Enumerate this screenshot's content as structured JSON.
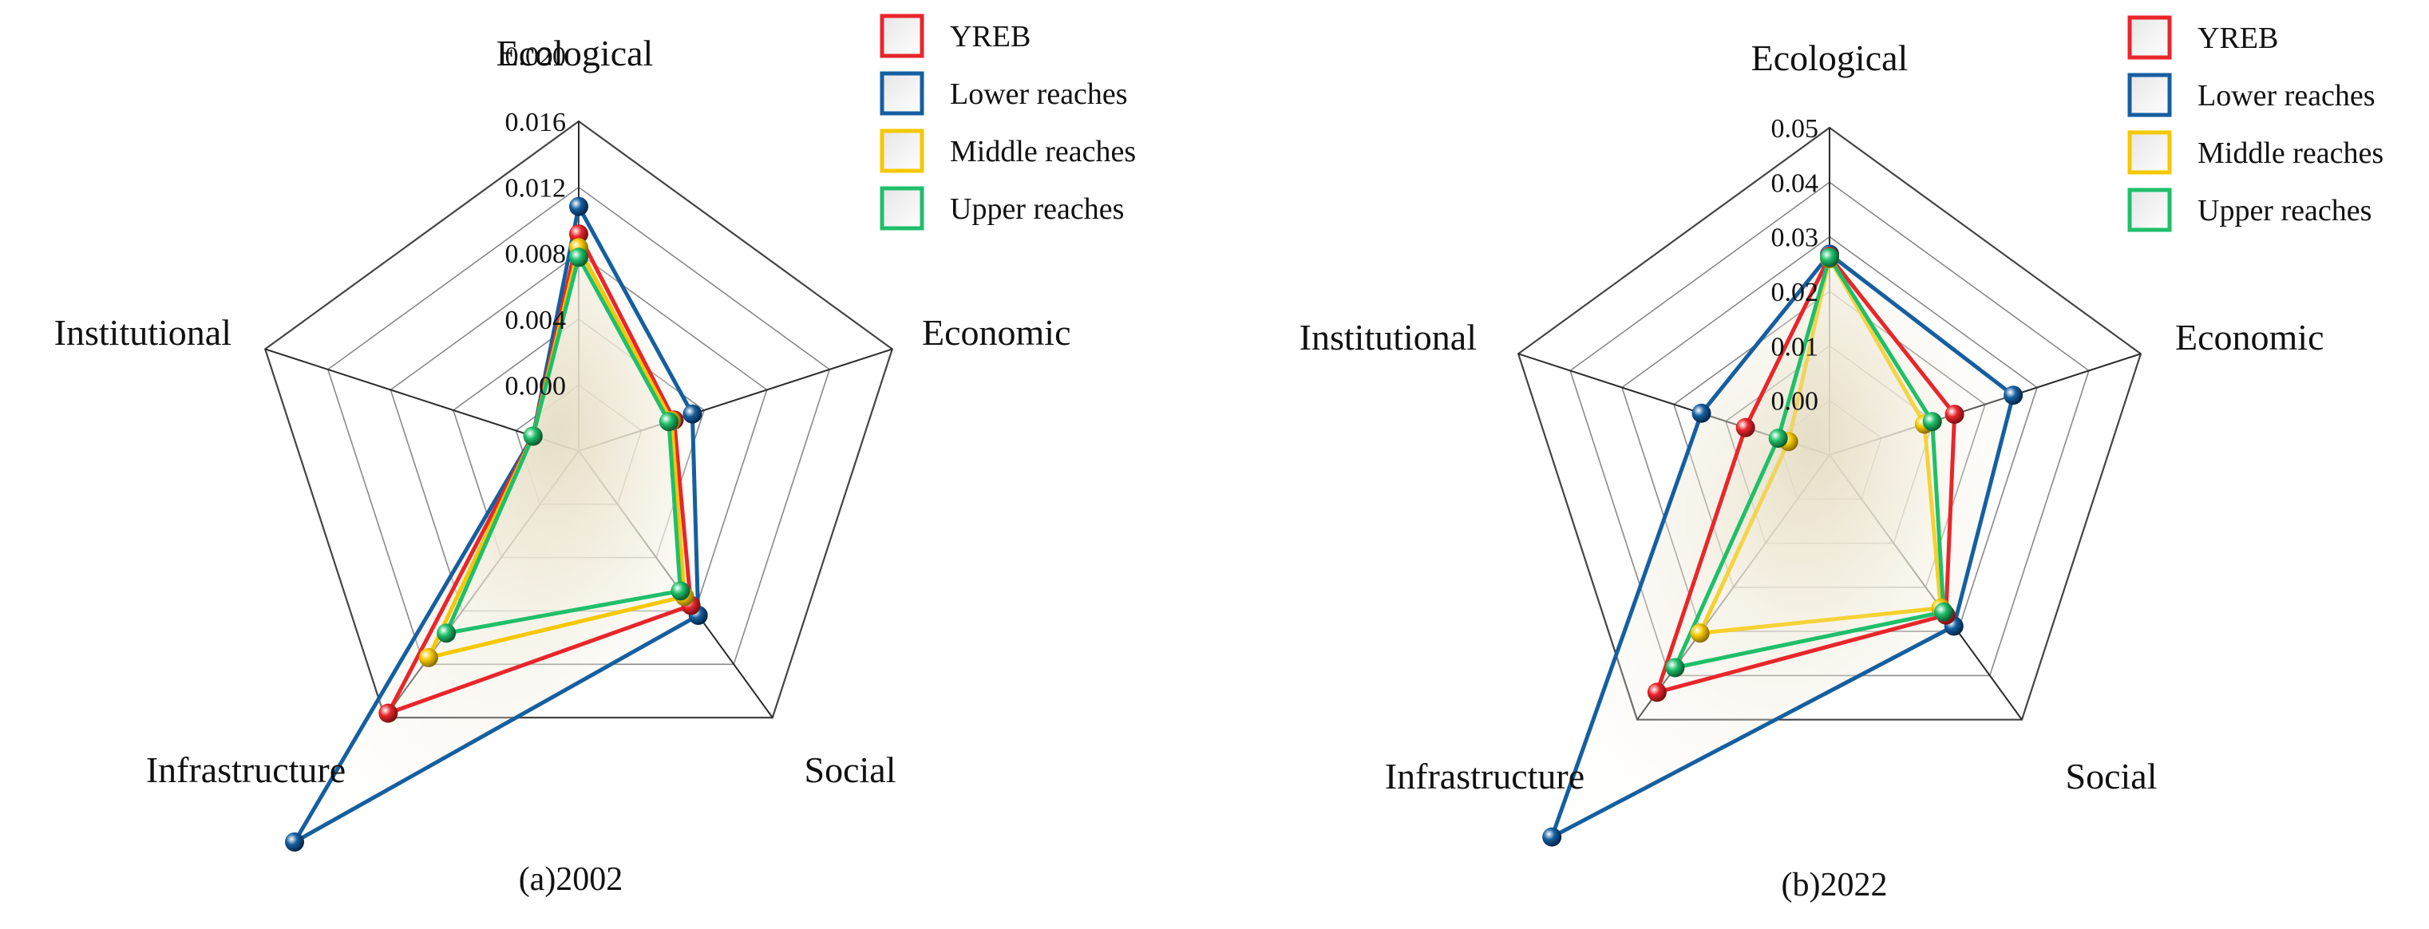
{
  "colors": {
    "YREB": "#e8262b",
    "Lower reaches": "#155fa0",
    "Middle reaches": "#f5c800",
    "Upper reaches": "#1fbf6a",
    "grid": "#8a8a8a",
    "spoke": "#2a2a2a",
    "fill": "#f3eedf"
  },
  "chart_data": [
    {
      "type": "radar",
      "caption": "(a)2002",
      "axes": [
        "Ecological",
        "Economic",
        "Social",
        "Infrastructure",
        "Institutional"
      ],
      "tick_labels": [
        "0.000",
        "0.004",
        "0.008",
        "0.012",
        "0.016",
        "0.020"
      ],
      "rmin": -0.004,
      "rmax": 0.02,
      "legend": [
        "YREB",
        "Lower reaches",
        "Middle reaches",
        "Upper reaches"
      ],
      "series": [
        {
          "name": "YREB",
          "values": [
            0.0118,
            0.0033,
            0.0099,
            0.0196,
            -0.0005
          ]
        },
        {
          "name": "Lower reaches",
          "values": [
            0.0138,
            0.0047,
            0.0108,
            0.0312,
            -0.0005
          ]
        },
        {
          "name": "Middle reaches",
          "values": [
            0.0108,
            0.0031,
            0.0091,
            0.0146,
            -0.0005
          ]
        },
        {
          "name": "Upper reaches",
          "values": [
            0.0101,
            0.0029,
            0.0086,
            0.0124,
            -0.0005
          ]
        }
      ]
    },
    {
      "type": "radar",
      "caption": "(b)2022",
      "axes": [
        "Ecological",
        "Economic",
        "Social",
        "Infrastructure",
        "Institutional"
      ],
      "tick_labels": [
        "0.00",
        "0.01",
        "0.02",
        "0.03",
        "0.04",
        "0.05"
      ],
      "rmin": -0.01,
      "rmax": 0.05,
      "legend": [
        "YREB",
        "Lower reaches",
        "Middle reaches",
        "Upper reaches"
      ],
      "series": [
        {
          "name": "YREB",
          "values": [
            0.0264,
            0.0141,
            0.0263,
            0.0438,
            0.0062
          ]
        },
        {
          "name": "Lower reaches",
          "values": [
            0.0268,
            0.0254,
            0.0288,
            0.0766,
            0.0147
          ]
        },
        {
          "name": "Middle reaches",
          "values": [
            0.026,
            0.0083,
            0.0247,
            0.0304,
            -0.0021
          ]
        },
        {
          "name": "Upper reaches",
          "values": [
            0.0262,
            0.0098,
            0.0256,
            0.0382,
            -0.0001
          ]
        }
      ]
    }
  ]
}
